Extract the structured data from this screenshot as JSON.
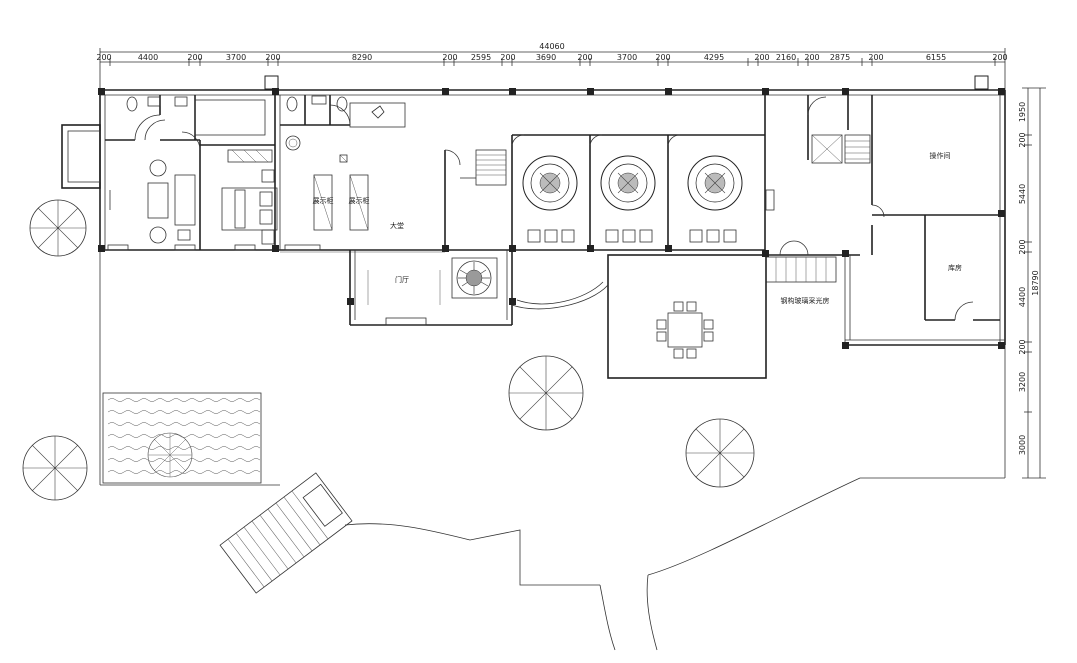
{
  "overall_dimension": "44060",
  "top_dimensions": [
    "200",
    "4400",
    "200",
    "3700",
    "200",
    "8290",
    "200",
    "2595",
    "200",
    "3690",
    "200",
    "3700",
    "200",
    "4295",
    "200",
    "2160",
    "200",
    "2875",
    "200",
    "6155",
    "200"
  ],
  "right_dimensions": [
    "1950",
    "200",
    "5440",
    "200",
    "4400",
    "200",
    "3200",
    "3000"
  ],
  "right_total": "18790",
  "room_labels": {
    "hall": "大堂",
    "foyer": "门厅",
    "operation_room": "操作间",
    "storage": "库房",
    "outdoor_dining": "钢构玻璃采光房",
    "display_left": "展示柜",
    "display_right": "展示柜"
  }
}
